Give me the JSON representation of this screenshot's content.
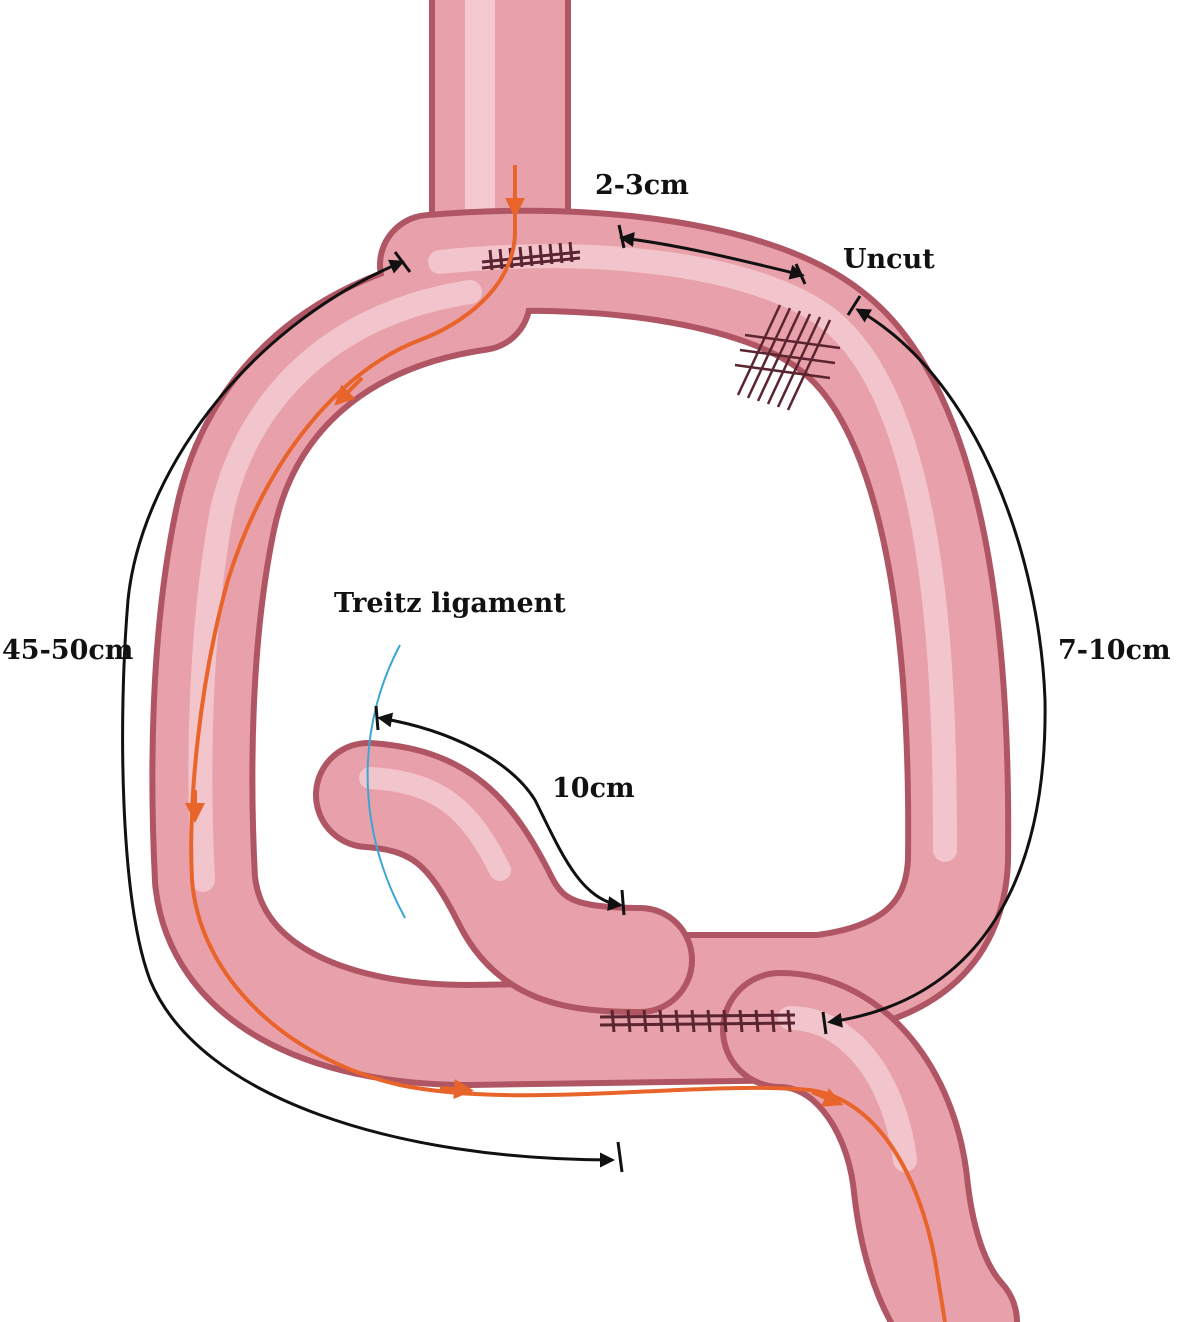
{
  "labels": {
    "top_length": "2-3cm",
    "uncut": "Uncut",
    "left_length": "45-50cm",
    "right_length": "7-10cm",
    "ligament": "Treitz ligament",
    "inner_length": "10cm"
  },
  "colors": {
    "bowel_outer": "#b05563",
    "bowel_fill": "#e8a1aa",
    "bowel_highlight": "#f7d3d8",
    "flow_arrow": "#e8642a",
    "measure_line": "#111111",
    "ligament_line": "#3aa6d4",
    "suture": "#5a2430"
  }
}
